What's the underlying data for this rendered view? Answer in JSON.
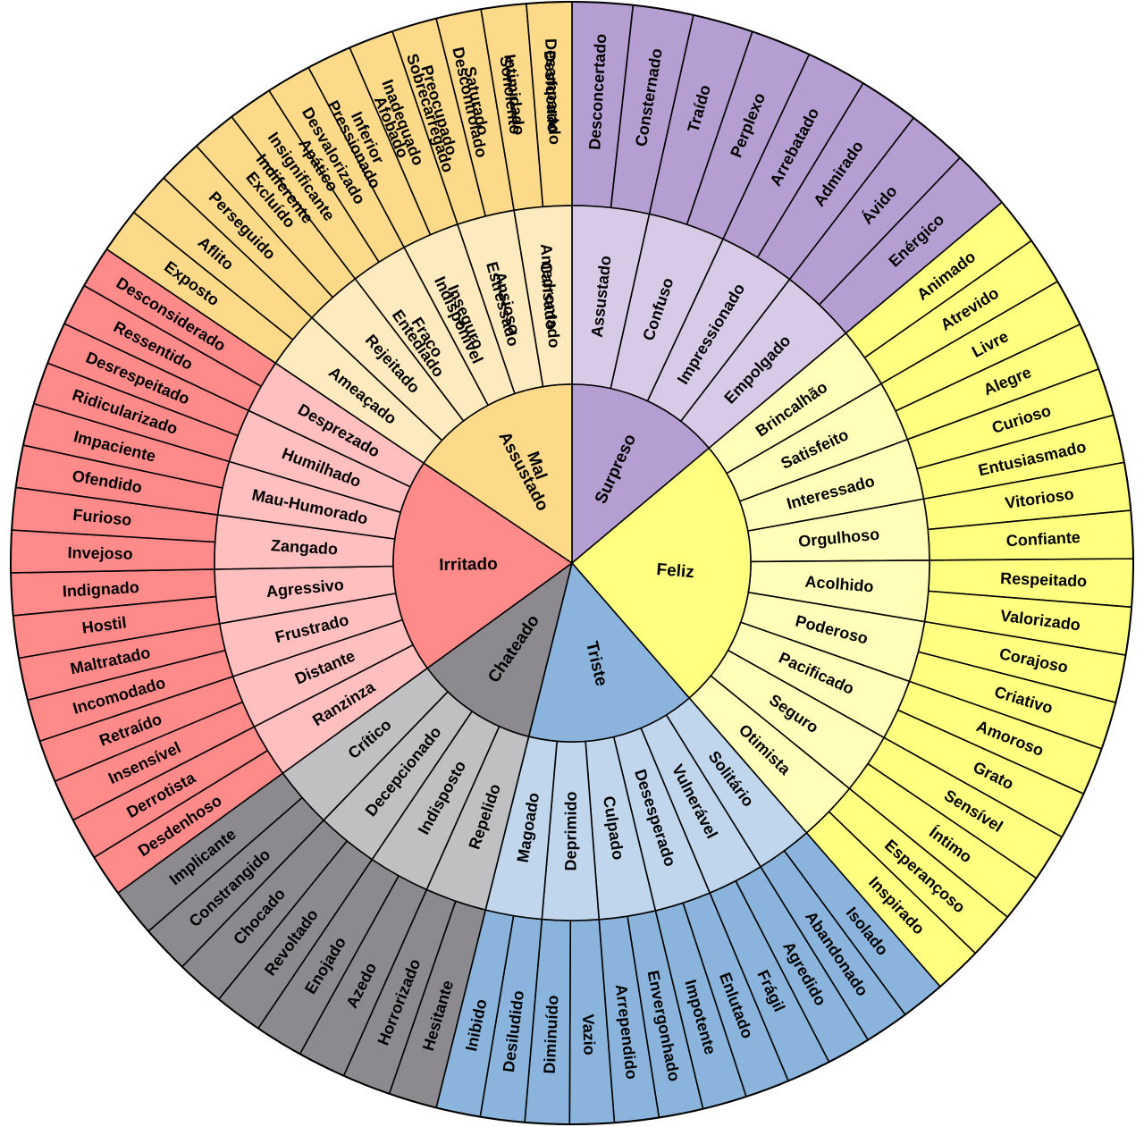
{
  "wheel": {
    "core": [
      {
        "label": "Mal",
        "color": "#8fd6b0",
        "inner": [
          "Entediado",
          "Indisponível",
          "Estressado",
          "Cansado"
        ],
        "outer": [
          "Indiferente",
          "Apático",
          "Pressionado",
          "Afobado",
          "Sobrecarregado",
          "Descontrolado",
          "Sonolento",
          "Desfocado"
        ]
      },
      {
        "label": "Surpreso",
        "color": "#b49ed2",
        "inner": [
          "Assustado",
          "Confuso",
          "Impressionado",
          "Empolgado"
        ],
        "outer": [
          "Desconcertado",
          "Consternado",
          "Traído",
          "Perplexo",
          "Arrebatado",
          "Admirado",
          "Ávido",
          "Enérgico"
        ]
      },
      {
        "label": "Feliz",
        "color": "#ffff80",
        "inner": [
          "Brincalhão",
          "Satisfeito",
          "Interessado",
          "Orgulhoso",
          "Acolhido",
          "Poderoso",
          "Pacificado",
          "Seguro",
          "Otimista"
        ],
        "outer": [
          "Animado",
          "Atrevido",
          "Livre",
          "Alegre",
          "Curioso",
          "Entusiasmado",
          "Vitorioso",
          "Confiante",
          "Respeitado",
          "Valorizado",
          "Corajoso",
          "Criativo",
          "Amoroso",
          "Grato",
          "Sensível",
          "Íntimo",
          "Esperançoso",
          "Inspirado"
        ]
      },
      {
        "label": "Triste",
        "color": "#8ab4dc",
        "inner": [
          "Solitário",
          "Vulnerável",
          "Desesperado",
          "Culpado",
          "Deprimido",
          "Magoado"
        ],
        "outer": [
          "Isolado",
          "Abandonado",
          "Agredido",
          "Frágil",
          "Enlutado",
          "Impotente",
          "Envergonhado",
          "Arrependido",
          "Vazio",
          "Diminuído",
          "Desiludido",
          "Inibido"
        ]
      },
      {
        "label": "Chateado",
        "color": "#8c8a8f",
        "inner": [
          "Repelido",
          "Indisposto",
          "Decepcionado",
          "Crítico"
        ],
        "outer": [
          "Hesitante",
          "Horrorizado",
          "Azedo",
          "Enojado",
          "Revoltado",
          "Chocado",
          "Constrangido",
          "Implicante"
        ]
      },
      {
        "label": "Irritado",
        "color": "#ff8a8a",
        "inner": [
          "Ranzinza",
          "Distante",
          "Frustrado",
          "Agressivo",
          "Zangado",
          "Mau-Humorado",
          "Humilhado",
          "Desprezado"
        ],
        "outer": [
          "Desdenhoso",
          "Derrotista",
          "Insensível",
          "Retraído",
          "Incomodado",
          "Maltratado",
          "Hostil",
          "Indignado",
          "Invejoso",
          "Furioso",
          "Ofendido",
          "Impaciente",
          "Ridicularizado",
          "Desrespeitado",
          "Ressentido",
          "Desconsiderado"
        ]
      },
      {
        "label": "Assustado",
        "color": "#fdd98a",
        "inner": [
          "Ameaçado",
          "Rejeitado",
          "Fraco",
          "Inseguro",
          "Ansioso",
          "Amedrontado"
        ],
        "outer": [
          "Exposto",
          "Aflito",
          "Perseguido",
          "Excluído",
          "Insignificante",
          "Desvalorizado",
          "Inferior",
          "Inadequado",
          "Preocupado",
          "Saturado",
          "Intimidado",
          "Desamparado"
        ]
      }
    ]
  }
}
